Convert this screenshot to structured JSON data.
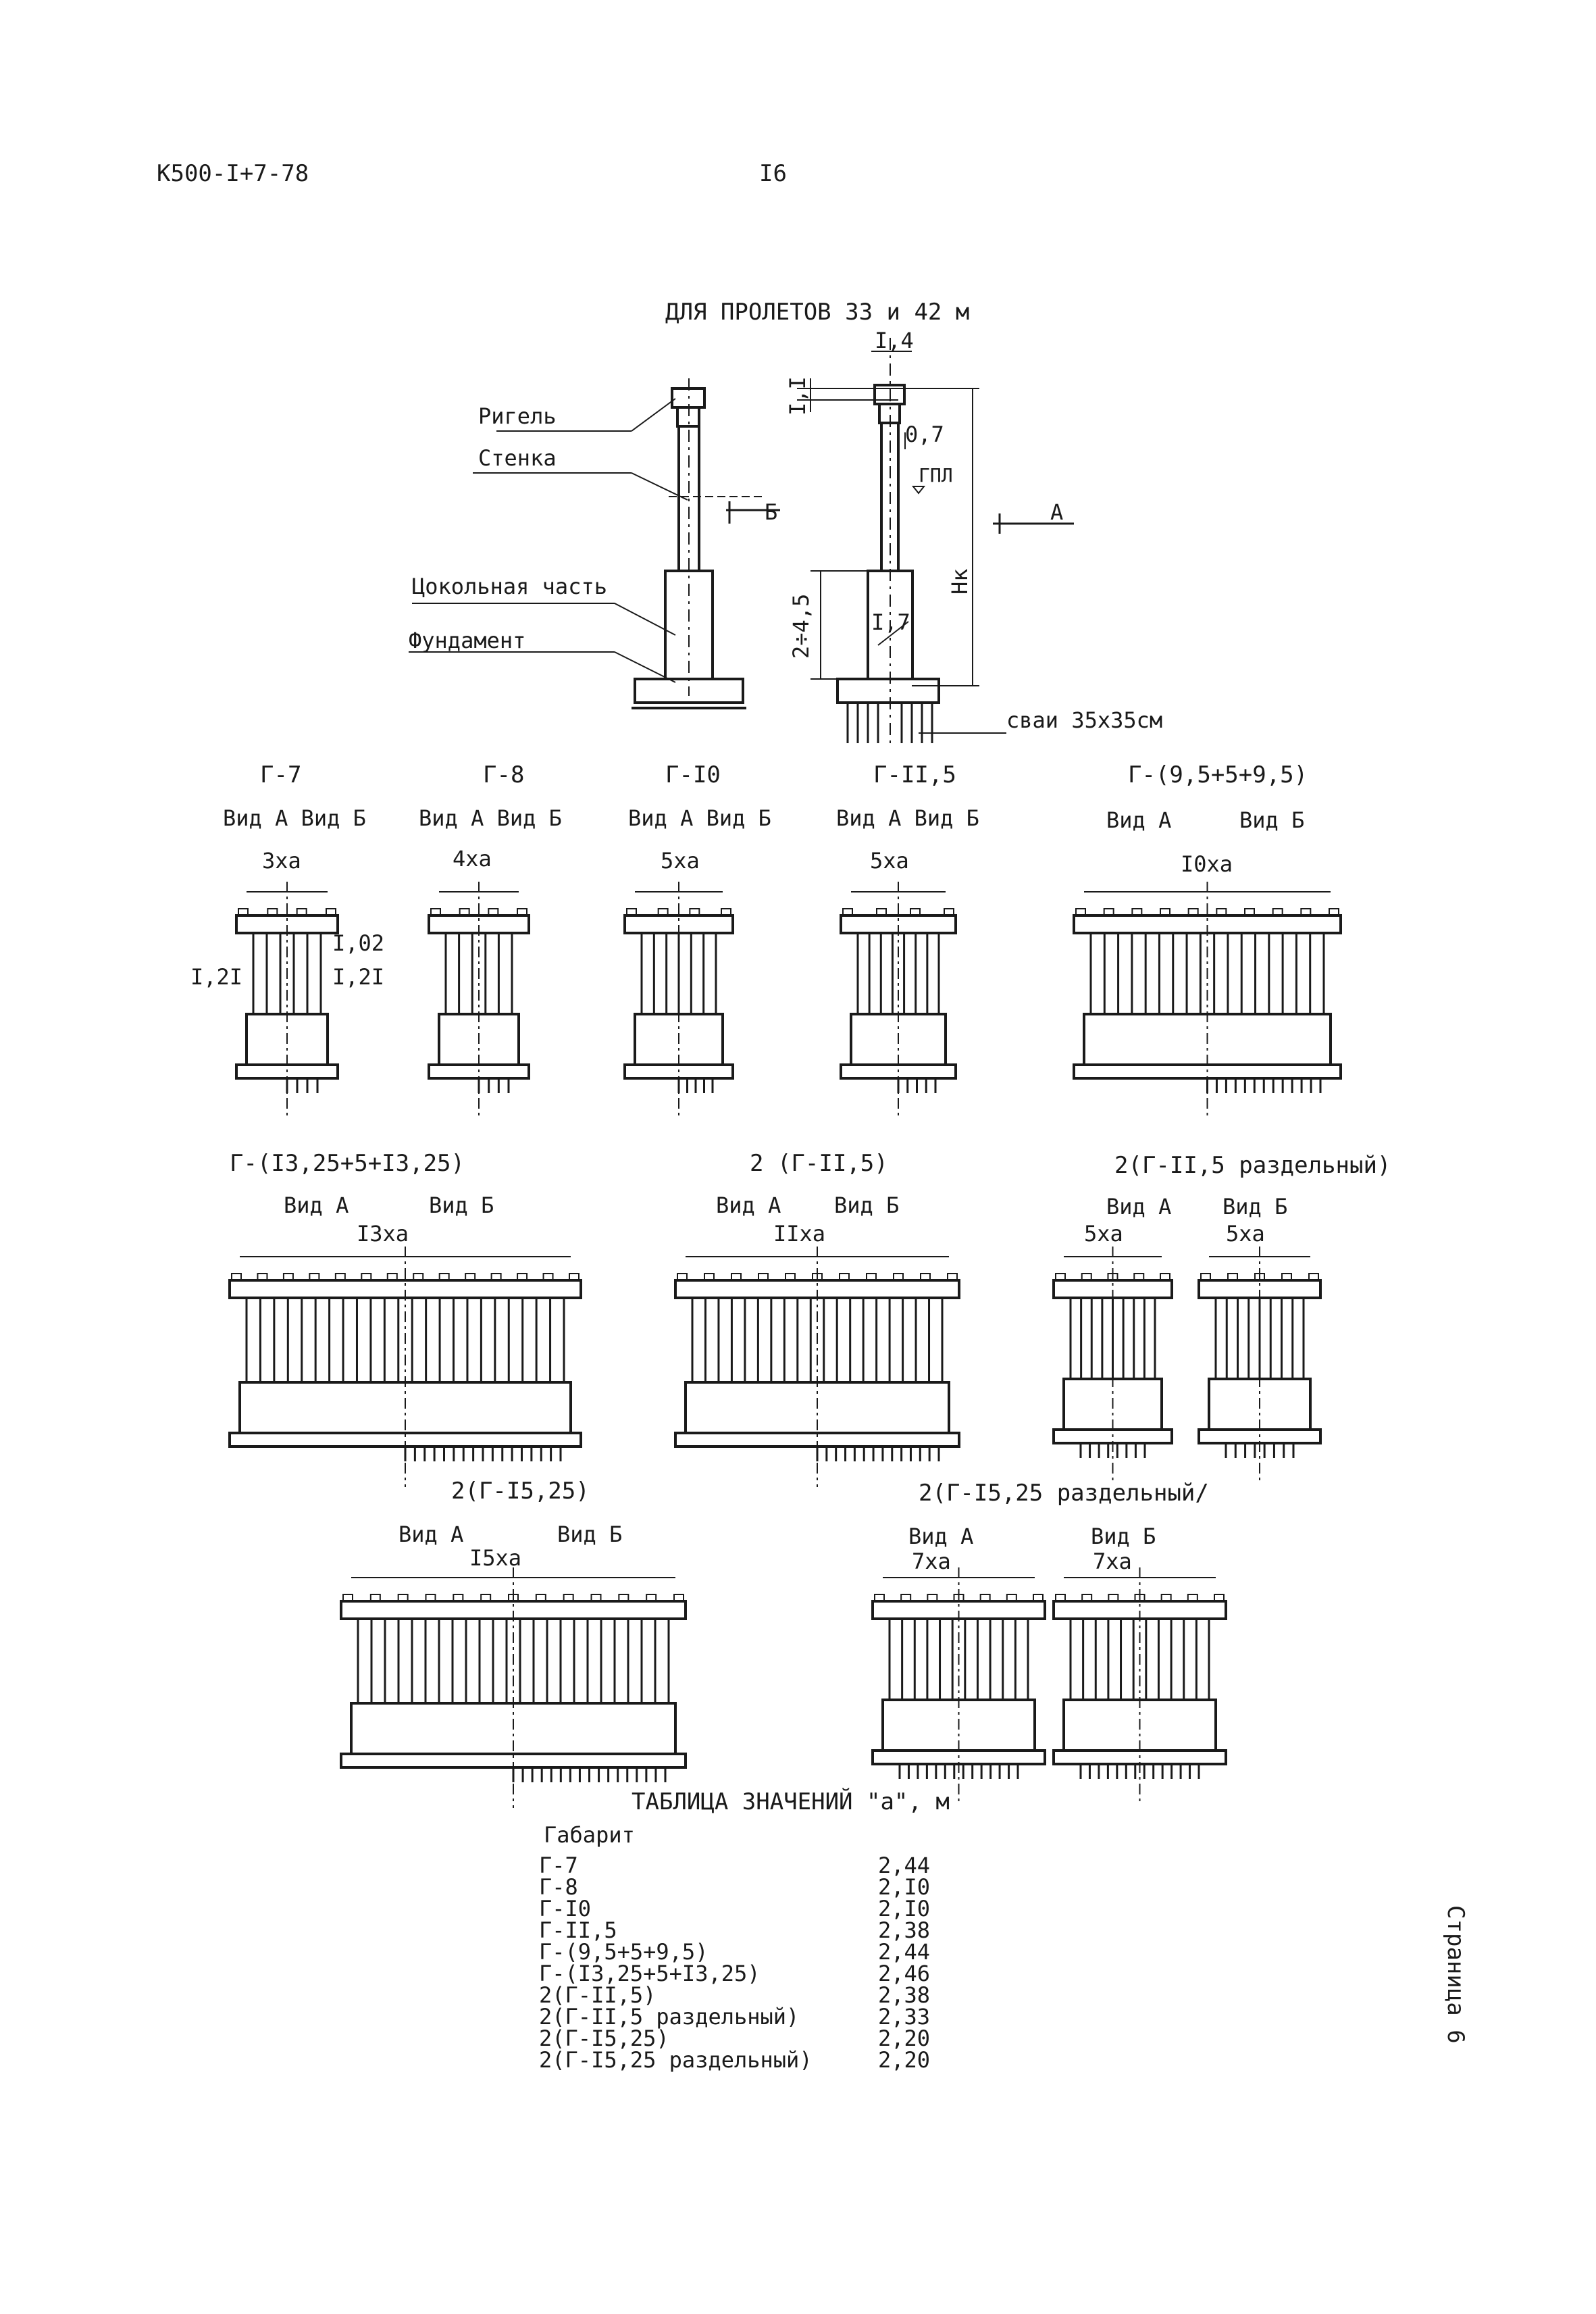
{
  "header": {
    "code": "К500-I+7-78",
    "page_number": "I6"
  },
  "top_section": {
    "title": "ДЛЯ ПРОЛЕТОВ 33 и 42 м",
    "part_labels": [
      "Ригель",
      "Стенка",
      "Цокольная часть",
      "Фундамент"
    ],
    "view_b": "Б",
    "view_a": "А",
    "dims": {
      "top_width": "I,4",
      "rigel_height": "I,I",
      "wall_thickness": "0,7",
      "water_level": "ГПЛ",
      "height": "Нк",
      "plinth_height": "2÷4,5",
      "plinth_width": "I,7",
      "piles": "сваи 35х35см"
    }
  },
  "variants_row1": [
    {
      "name": "Г-7",
      "views": "Вид А Вид Б",
      "width": "3ха",
      "extra": [
        "I,02",
        "I,2I",
        "I,2I"
      ]
    },
    {
      "name": "Г-8",
      "views": "Вид А Вид Б",
      "width": "4ха"
    },
    {
      "name": "Г-I0",
      "views": "Вид А Вид Б",
      "width": "5ха"
    },
    {
      "name": "Г-II,5",
      "views": "Вид А  Вид Б",
      "width": "5ха"
    },
    {
      "name": "Г-(9,5+5+9,5)",
      "view_a": "Вид А",
      "view_b": "Вид Б",
      "width": "I0ха"
    }
  ],
  "variants_row2": [
    {
      "name": "Г-(I3,25+5+I3,25)",
      "view_a": "Вид А",
      "view_b": "Вид Б",
      "width": "I3ха"
    },
    {
      "name": "2 (Г-II,5)",
      "view_a": "Вид А",
      "view_b": "Вид Б",
      "width": "IIха"
    },
    {
      "name": "2(Г-II,5 раздельный)",
      "view_a": "Вид А",
      "view_b": "Вид Б",
      "width_a": "5ха",
      "width_b": "5ха"
    }
  ],
  "variants_row3": [
    {
      "name": "2(Г-I5,25)",
      "view_a": "Вид А",
      "view_b": "Вид Б",
      "width": "I5ха"
    },
    {
      "name": "2(Г-I5,25 раздельный/",
      "view_a": "Вид А",
      "view_b": "Вид Б",
      "width_a": "7ха",
      "width_b": "7ха"
    }
  ],
  "table": {
    "title": "ТАБЛИЦА  ЗНАЧЕНИЙ \"а\", м",
    "column_header": "Габарит",
    "rows": [
      {
        "gabarit": "Г-7",
        "value": "2,44"
      },
      {
        "gabarit": "Г-8",
        "value": "2,I0"
      },
      {
        "gabarit": "Г-I0",
        "value": "2,I0"
      },
      {
        "gabarit": "Г-II,5",
        "value": "2,38"
      },
      {
        "gabarit": "Г-(9,5+5+9,5)",
        "value": "2,44"
      },
      {
        "gabarit": "Г-(I3,25+5+I3,25)",
        "value": "2,46"
      },
      {
        "gabarit": "2(Г-II,5)",
        "value": "2,38"
      },
      {
        "gabarit": "2(Г-II,5 раздельный)",
        "value": "2,33"
      },
      {
        "gabarit": "2(Г-I5,25)",
        "value": "2,20"
      },
      {
        "gabarit": "2(Г-I5,25 раздельный)",
        "value": "2,20"
      }
    ]
  },
  "side_label": "Страница 6"
}
